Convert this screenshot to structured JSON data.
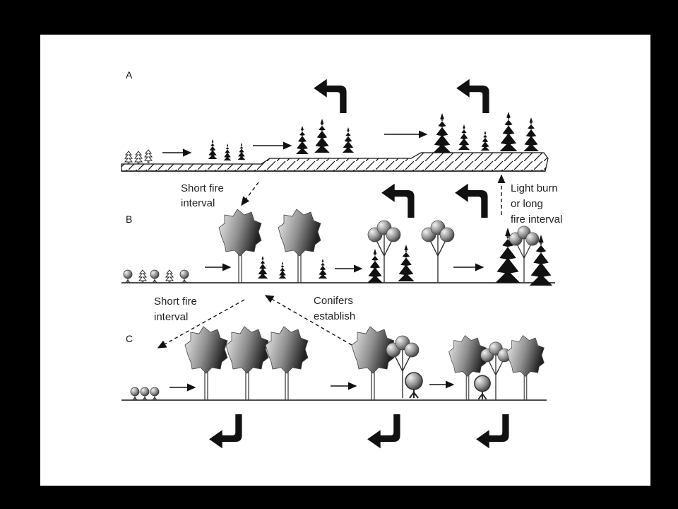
{
  "rows": {
    "a": "A",
    "b": "B",
    "c": "C"
  },
  "annotations": {
    "short_fire_interval_1": [
      "Short fire",
      "interval"
    ],
    "light_burn": [
      "Light burn",
      "or long",
      "fire interval"
    ],
    "short_fire_interval_2": [
      "Short fire",
      "interval"
    ],
    "conifers_establish": [
      "Conifers",
      "establish"
    ]
  }
}
